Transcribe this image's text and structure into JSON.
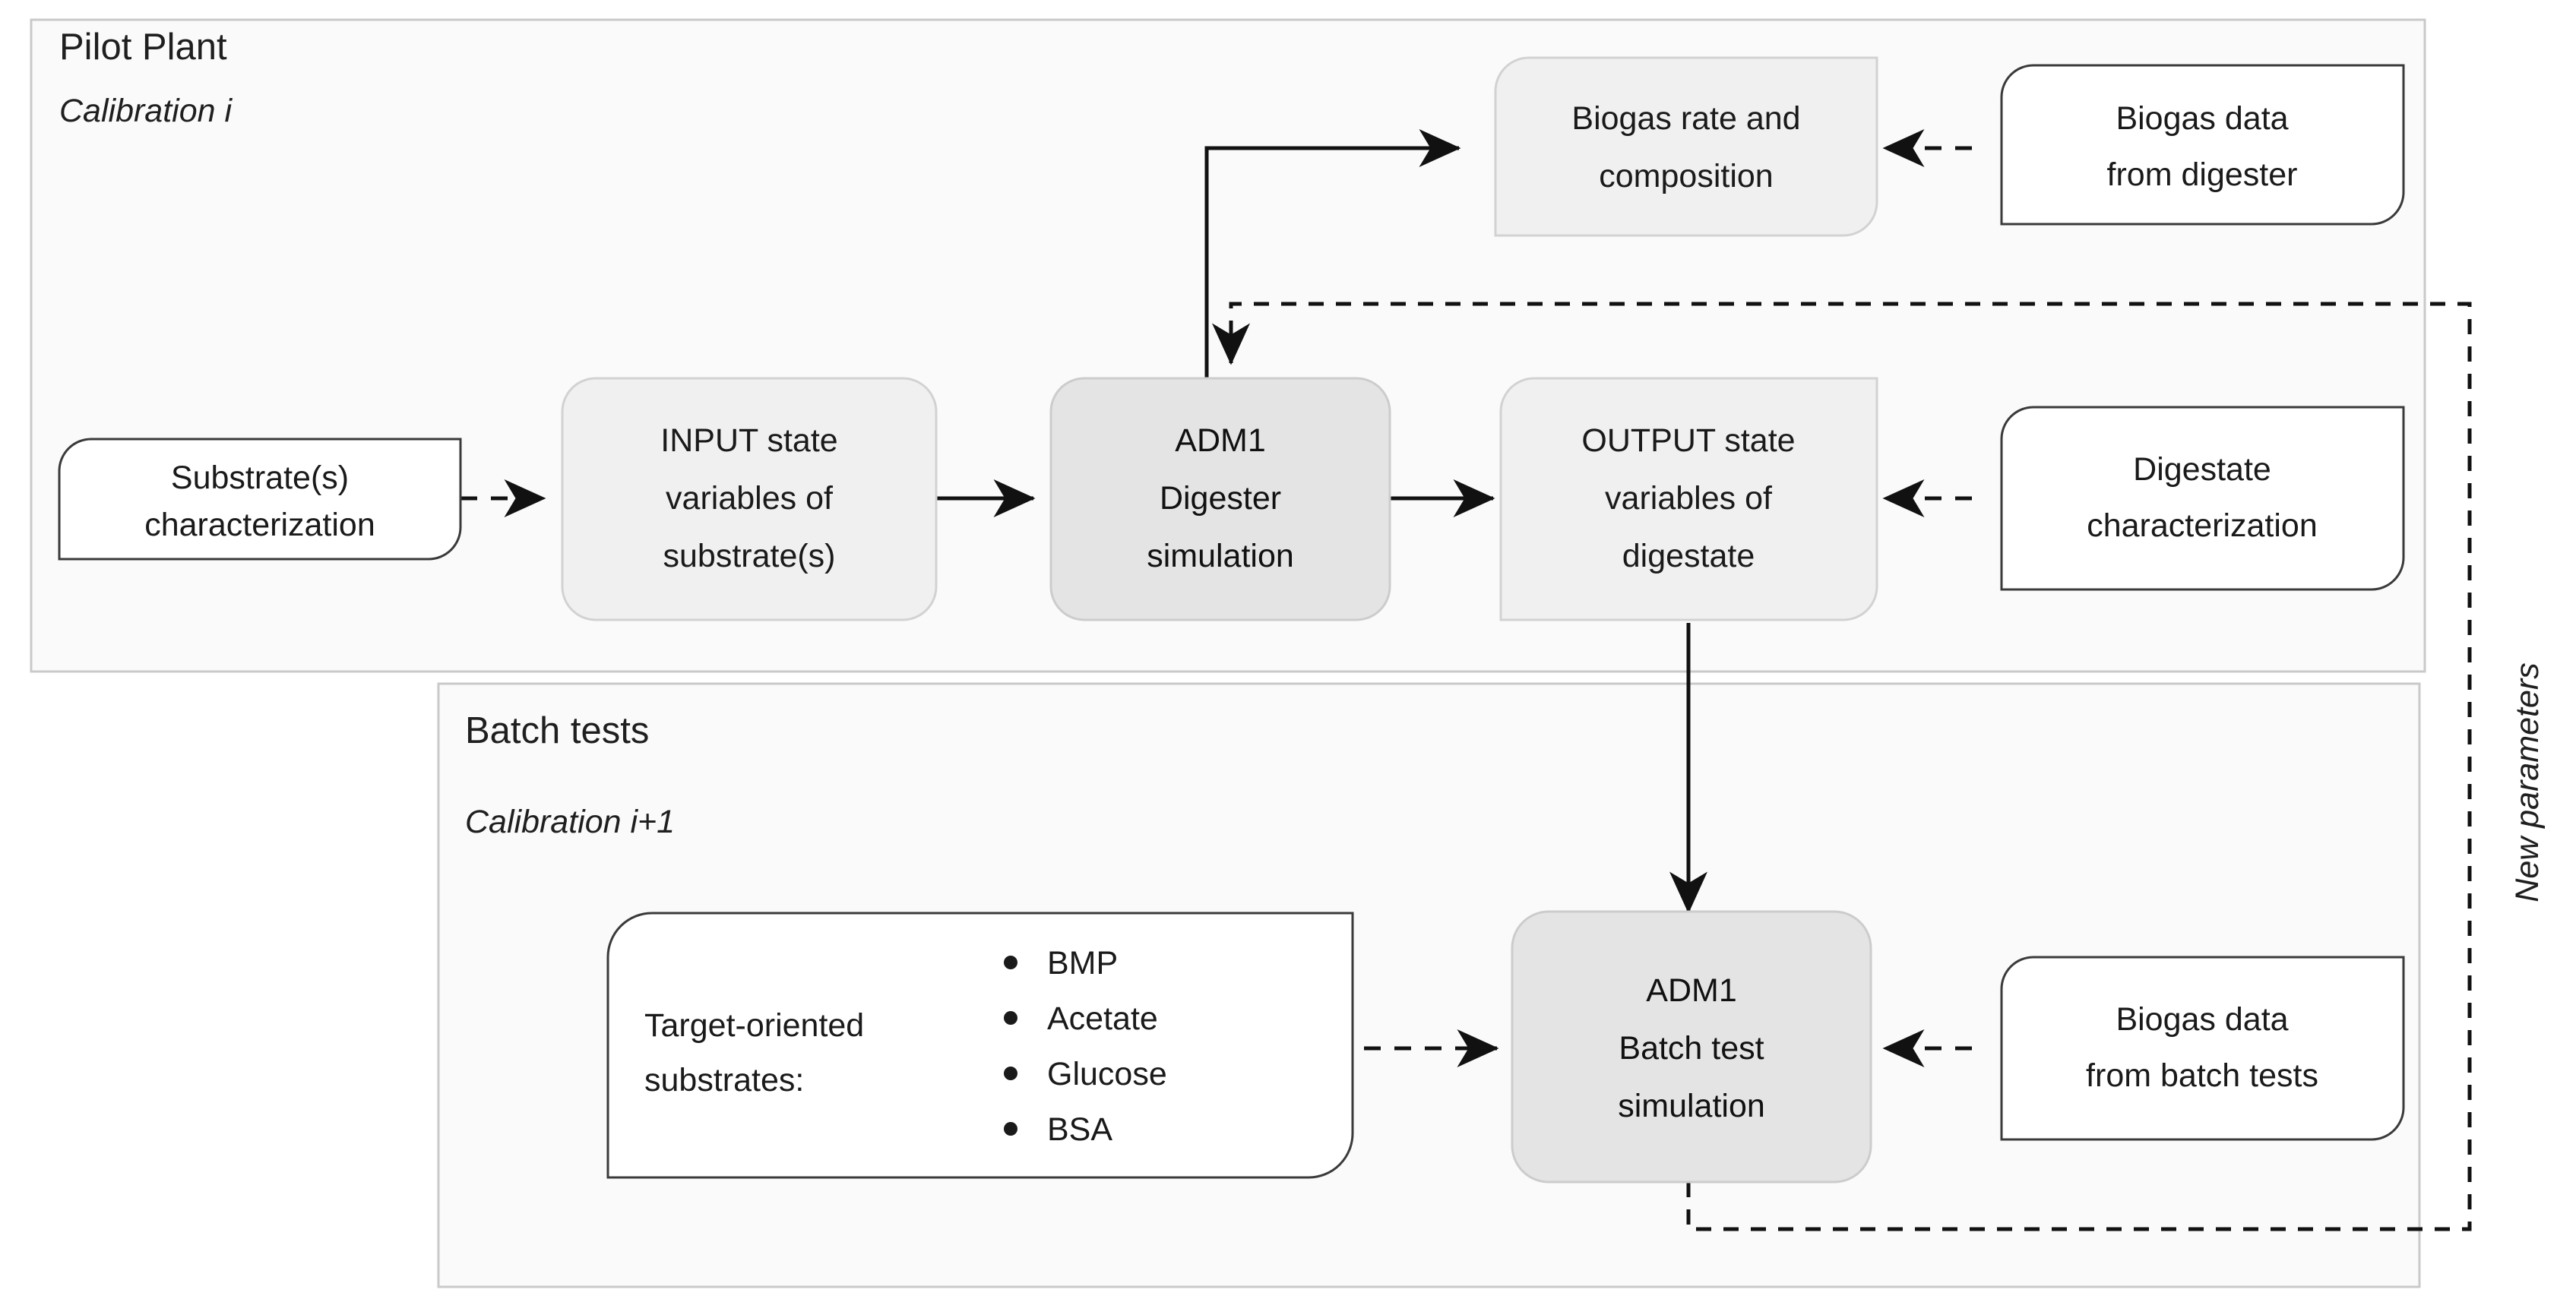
{
  "diagram": {
    "groups": [
      {
        "id": "pilot-plant",
        "title": "Pilot Plant",
        "subtitle": "Calibration i"
      },
      {
        "id": "batch-tests",
        "title": "Batch tests",
        "subtitle": "Calibration i+1"
      }
    ],
    "side_label": "New parameters",
    "nodes": {
      "substrate_characterization": {
        "line1": "Substrate(s)",
        "line2": "characterization"
      },
      "input_state_variables": {
        "line1": "INPUT state",
        "line2": "variables of",
        "line3": "substrate(s)"
      },
      "adm1_digester": {
        "line1": "ADM1",
        "line2": "Digester",
        "line3": "simulation"
      },
      "output_state_variables": {
        "line1": "OUTPUT state",
        "line2": "variables of",
        "line3": "digestate"
      },
      "digestate_characterization": {
        "line1": "Digestate",
        "line2": "characterization"
      },
      "biogas_rate_composition": {
        "line1": "Biogas rate and",
        "line2": "composition"
      },
      "biogas_data_digester": {
        "line1": "Biogas data",
        "line2": "from digester"
      },
      "target_substrates": {
        "heading_line1": "Target-oriented",
        "heading_line2": "substrates:",
        "items": [
          "BMP",
          "Acetate",
          "Glucose",
          "BSA"
        ]
      },
      "adm1_batch_test": {
        "line1": "ADM1",
        "line2": "Batch test",
        "line3": "simulation"
      },
      "biogas_data_batch": {
        "line1": "Biogas data",
        "line2": "from batch tests"
      }
    },
    "colors": {
      "container_fill": "#fafafa",
      "container_stroke": "#c9c9c9",
      "box_white_fill": "#ffffff",
      "box_white_stroke": "#3a3a3a",
      "box_light_fill": "#f0f0f0",
      "box_mid_fill": "#e4e4e4",
      "connector": "#111111",
      "page_background": "#ffffff"
    }
  }
}
